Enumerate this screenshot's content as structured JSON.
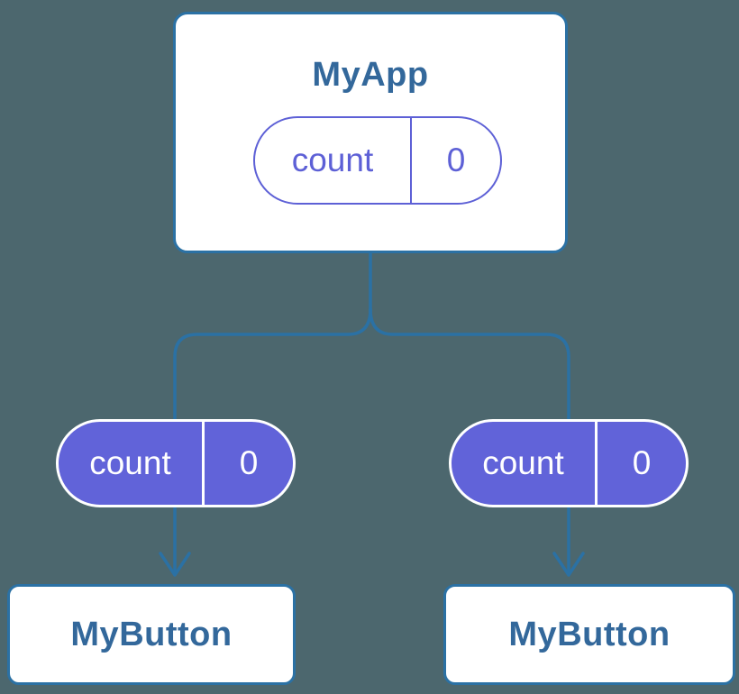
{
  "diagram": {
    "description": "component-tree-state-diagram",
    "colors": {
      "background": "#4C676E",
      "connector_blue": "#2B71A4",
      "card_background": "#FFFFFF",
      "card_title_blue": "#33689B",
      "state_purple": "#6163D9",
      "state_outline_purple": "#5D60D6",
      "state_text_on_purple": "#FFFFFF"
    },
    "root": {
      "name": "MyApp",
      "state": {
        "key": "count",
        "value": "0"
      }
    },
    "children": [
      {
        "name": "MyButton",
        "state": {
          "key": "count",
          "value": "0"
        }
      },
      {
        "name": "MyButton",
        "state": {
          "key": "count",
          "value": "0"
        }
      }
    ]
  }
}
